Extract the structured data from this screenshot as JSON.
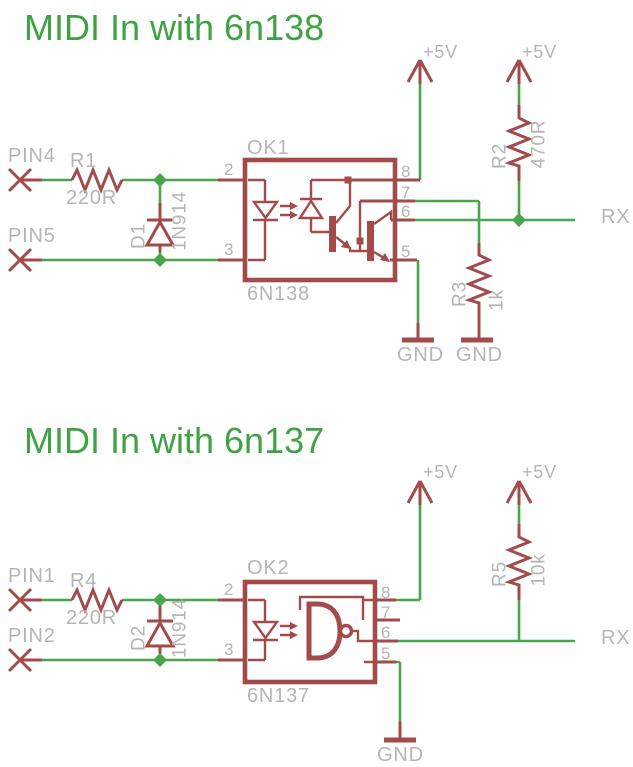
{
  "colors": {
    "bg": "#ffffff",
    "net": "#4aa64a",
    "cmp": "#a34b4b",
    "label": "#b5b5b5",
    "title": "#3fa344"
  },
  "circuit1": {
    "title": "MIDI In with 6n138",
    "input1": "PIN4",
    "input2": "PIN5",
    "r_series": {
      "ref": "R1",
      "value": "220R"
    },
    "diode": {
      "ref": "D1",
      "value": "1N914"
    },
    "opto": {
      "ref": "OK1",
      "part": "6N138"
    },
    "pins": {
      "lt": "2",
      "lb": "3",
      "r8": "8",
      "r7": "7",
      "r6": "6",
      "r5": "5"
    },
    "supply1": "+5V",
    "supply2": "+5V",
    "r_pullup": {
      "ref": "R2",
      "value": "470R"
    },
    "r_load": {
      "ref": "R3",
      "value": "1k"
    },
    "gnd1": "GND",
    "gnd2": "GND",
    "out": "RX"
  },
  "circuit2": {
    "title": "MIDI In with 6n137",
    "input1": "PIN1",
    "input2": "PIN2",
    "r_series": {
      "ref": "R4",
      "value": "220R"
    },
    "diode": {
      "ref": "D2",
      "value": "1N914"
    },
    "opto": {
      "ref": "OK2",
      "part": "6N137"
    },
    "pins": {
      "lt": "2",
      "lb": "3",
      "r8": "8",
      "r7": "7",
      "r6": "6",
      "r5": "5"
    },
    "supply1": "+5V",
    "supply2": "+5V",
    "r_pullup": {
      "ref": "R5",
      "value": "10k"
    },
    "gnd1": "GND",
    "out": "RX"
  }
}
